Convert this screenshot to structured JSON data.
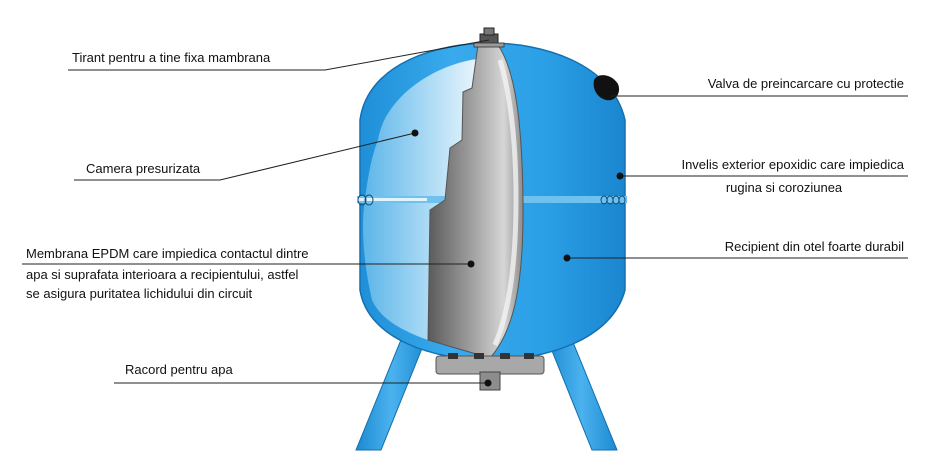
{
  "labels": {
    "tirant": "Tirant pentru a tine fixa mambrana",
    "camera": "Camera presurizata",
    "membrana_line1": "Membrana EPDM care impiedica contactul dintre",
    "membrana_line2": "apa si suprafata interioara a recipientului, astfel",
    "membrana_line3": "se asigura puritatea lichidului din circuit",
    "racord": "Racord pentru apa",
    "valva": "Valva de preincarcare cu protectie",
    "invelis_line1": "Invelis exterior epoxidic care impiedica",
    "invelis_line2": "rugina si coroziunea",
    "recipient": "Recipient din otel foarte durabil"
  },
  "colors": {
    "tank_blue": "#2b9fe6",
    "tank_light": "#7cc8f2",
    "membrane_gray": "#8a8a8a",
    "fitting_gray": "#9a9a9a",
    "text": "#111111"
  }
}
